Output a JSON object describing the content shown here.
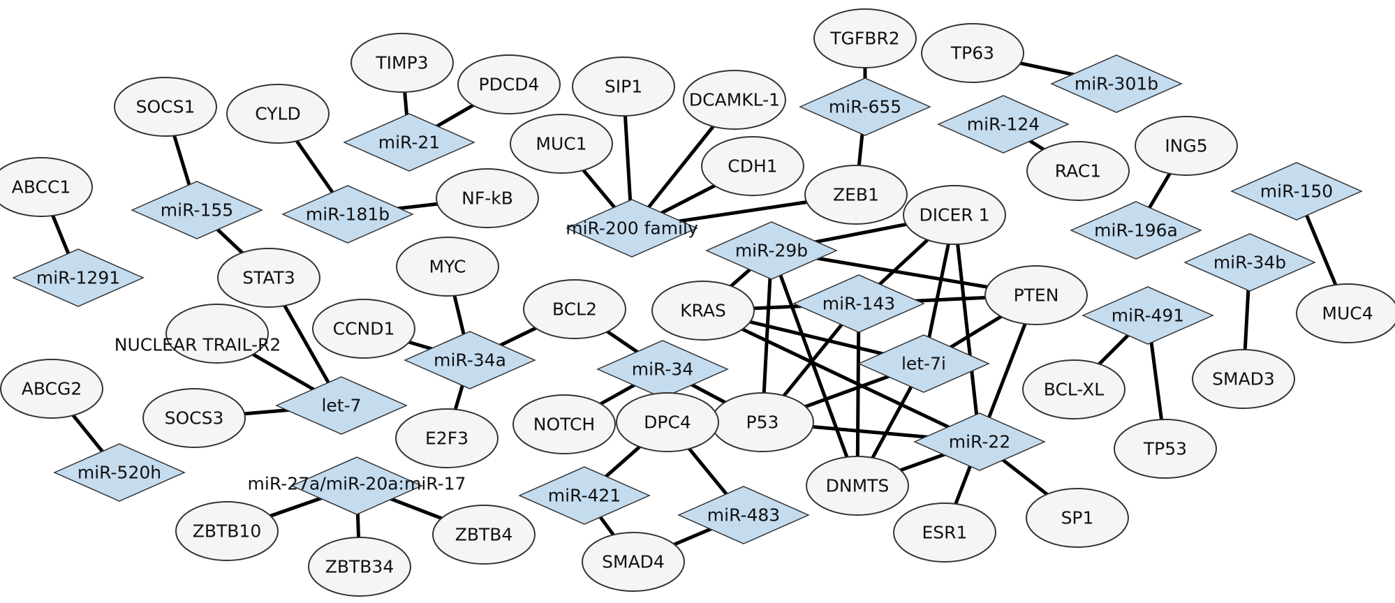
{
  "title": "miRNA–target gene interaction network",
  "colors": {
    "mirna_fill": "#c5dcef",
    "gene_fill": "#f5f5f5",
    "edge": "#000000",
    "border": "#333333"
  },
  "nodes": [
    {
      "id": "TGFBR2",
      "type": "gene"
    },
    {
      "id": "TP63",
      "type": "gene"
    },
    {
      "id": "miR-301b",
      "type": "mirna"
    },
    {
      "id": "TIMP3",
      "type": "gene"
    },
    {
      "id": "PDCD4",
      "type": "gene"
    },
    {
      "id": "SIP1",
      "type": "gene"
    },
    {
      "id": "DCAMKL-1",
      "type": "gene"
    },
    {
      "id": "miR-655",
      "type": "mirna"
    },
    {
      "id": "miR-124",
      "type": "mirna"
    },
    {
      "id": "SOCS1",
      "type": "gene"
    },
    {
      "id": "CYLD",
      "type": "gene"
    },
    {
      "id": "miR-21",
      "type": "mirna"
    },
    {
      "id": "MUC1",
      "type": "gene"
    },
    {
      "id": "CDH1",
      "type": "gene"
    },
    {
      "id": "RAC1",
      "type": "gene"
    },
    {
      "id": "ING5",
      "type": "gene"
    },
    {
      "id": "ZEB1",
      "type": "gene"
    },
    {
      "id": "ABCC1",
      "type": "gene"
    },
    {
      "id": "miR-155",
      "type": "mirna"
    },
    {
      "id": "miR-181b",
      "type": "mirna"
    },
    {
      "id": "NF-kB",
      "type": "gene"
    },
    {
      "id": "miR-200 family",
      "type": "mirna"
    },
    {
      "id": "DICER 1",
      "type": "gene"
    },
    {
      "id": "miR-150",
      "type": "mirna"
    },
    {
      "id": "miR-196a",
      "type": "mirna"
    },
    {
      "id": "miR-29b",
      "type": "mirna"
    },
    {
      "id": "miR-1291",
      "type": "mirna"
    },
    {
      "id": "STAT3",
      "type": "gene"
    },
    {
      "id": "MYC",
      "type": "gene"
    },
    {
      "id": "miR-34b",
      "type": "mirna"
    },
    {
      "id": "KRAS",
      "type": "gene"
    },
    {
      "id": "miR-143",
      "type": "mirna"
    },
    {
      "id": "PTEN",
      "type": "gene"
    },
    {
      "id": "BCL2",
      "type": "gene"
    },
    {
      "id": "miR-491",
      "type": "mirna"
    },
    {
      "id": "MUC4",
      "type": "gene"
    },
    {
      "id": "CCND1",
      "type": "gene"
    },
    {
      "id": "NUCLEAR TRAIL-R2",
      "type": "gene"
    },
    {
      "id": "miR-34a",
      "type": "mirna"
    },
    {
      "id": "let-7i",
      "type": "mirna"
    },
    {
      "id": "miR-34",
      "type": "mirna"
    },
    {
      "id": "ABCG2",
      "type": "gene"
    },
    {
      "id": "BCL-XL",
      "type": "gene"
    },
    {
      "id": "SMAD3",
      "type": "gene"
    },
    {
      "id": "let-7",
      "type": "mirna"
    },
    {
      "id": "SOCS3",
      "type": "gene"
    },
    {
      "id": "E2F3",
      "type": "gene"
    },
    {
      "id": "NOTCH",
      "type": "gene"
    },
    {
      "id": "P53",
      "type": "gene"
    },
    {
      "id": "DPC4",
      "type": "gene"
    },
    {
      "id": "miR-22",
      "type": "mirna"
    },
    {
      "id": "TP53",
      "type": "gene"
    },
    {
      "id": "DNMTS",
      "type": "gene"
    },
    {
      "id": "miR-520h",
      "type": "mirna"
    },
    {
      "id": "miR-27a/miR-20a:miR-17",
      "type": "mirna"
    },
    {
      "id": "miR-421",
      "type": "mirna"
    },
    {
      "id": "miR-483",
      "type": "mirna"
    },
    {
      "id": "ESR1",
      "type": "gene"
    },
    {
      "id": "SP1",
      "type": "gene"
    },
    {
      "id": "ZBTB10",
      "type": "gene"
    },
    {
      "id": "ZBTB4",
      "type": "gene"
    },
    {
      "id": "ZBTB34",
      "type": "gene"
    },
    {
      "id": "SMAD4",
      "type": "gene"
    }
  ],
  "edges": [
    [
      "TGFBR2",
      "miR-655"
    ],
    [
      "miR-655",
      "ZEB1"
    ],
    [
      "TP63",
      "miR-301b"
    ],
    [
      "miR-124",
      "RAC1"
    ],
    [
      "TIMP3",
      "miR-21"
    ],
    [
      "PDCD4",
      "miR-21"
    ],
    [
      "SOCS1",
      "miR-155"
    ],
    [
      "miR-155",
      "STAT3"
    ],
    [
      "CYLD",
      "miR-181b"
    ],
    [
      "miR-181b",
      "NF-kB"
    ],
    [
      "ABCC1",
      "miR-1291"
    ],
    [
      "MUC1",
      "miR-200 family"
    ],
    [
      "SIP1",
      "miR-200 family"
    ],
    [
      "DCAMKL-1",
      "miR-200 family"
    ],
    [
      "CDH1",
      "miR-200 family"
    ],
    [
      "ZEB1",
      "miR-200 family"
    ],
    [
      "ING5",
      "miR-196a"
    ],
    [
      "miR-150",
      "MUC4"
    ],
    [
      "miR-34b",
      "SMAD3"
    ],
    [
      "miR-491",
      "BCL-XL"
    ],
    [
      "miR-491",
      "TP53"
    ],
    [
      "STAT3",
      "let-7"
    ],
    [
      "NUCLEAR TRAIL-R2",
      "let-7"
    ],
    [
      "SOCS3",
      "let-7"
    ],
    [
      "MYC",
      "miR-34a"
    ],
    [
      "CCND1",
      "miR-34a"
    ],
    [
      "BCL2",
      "miR-34a"
    ],
    [
      "E2F3",
      "miR-34a"
    ],
    [
      "BCL2",
      "miR-34"
    ],
    [
      "NOTCH",
      "miR-34"
    ],
    [
      "P53",
      "miR-34"
    ],
    [
      "ABCG2",
      "miR-520h"
    ],
    [
      "miR-27a/miR-20a:miR-17",
      "ZBTB10"
    ],
    [
      "miR-27a/miR-20a:miR-17",
      "ZBTB34"
    ],
    [
      "miR-27a/miR-20a:miR-17",
      "ZBTB4"
    ],
    [
      "DPC4",
      "miR-421"
    ],
    [
      "miR-421",
      "SMAD4"
    ],
    [
      "DPC4",
      "miR-483"
    ],
    [
      "miR-483",
      "SMAD4"
    ],
    [
      "miR-29b",
      "DICER 1"
    ],
    [
      "miR-29b",
      "PTEN"
    ],
    [
      "miR-29b",
      "KRAS"
    ],
    [
      "miR-29b",
      "P53"
    ],
    [
      "miR-29b",
      "DNMTS"
    ],
    [
      "miR-143",
      "KRAS"
    ],
    [
      "miR-143",
      "PTEN"
    ],
    [
      "miR-143",
      "DICER 1"
    ],
    [
      "miR-143",
      "P53"
    ],
    [
      "miR-143",
      "DNMTS"
    ],
    [
      "let-7i",
      "DICER 1"
    ],
    [
      "let-7i",
      "KRAS"
    ],
    [
      "let-7i",
      "P53"
    ],
    [
      "let-7i",
      "DNMTS"
    ],
    [
      "let-7i",
      "PTEN"
    ],
    [
      "miR-22",
      "KRAS"
    ],
    [
      "miR-22",
      "DICER 1"
    ],
    [
      "miR-22",
      "PTEN"
    ],
    [
      "miR-22",
      "P53"
    ],
    [
      "miR-22",
      "DNMTS"
    ],
    [
      "miR-22",
      "ESR1"
    ],
    [
      "miR-22",
      "SP1"
    ]
  ]
}
